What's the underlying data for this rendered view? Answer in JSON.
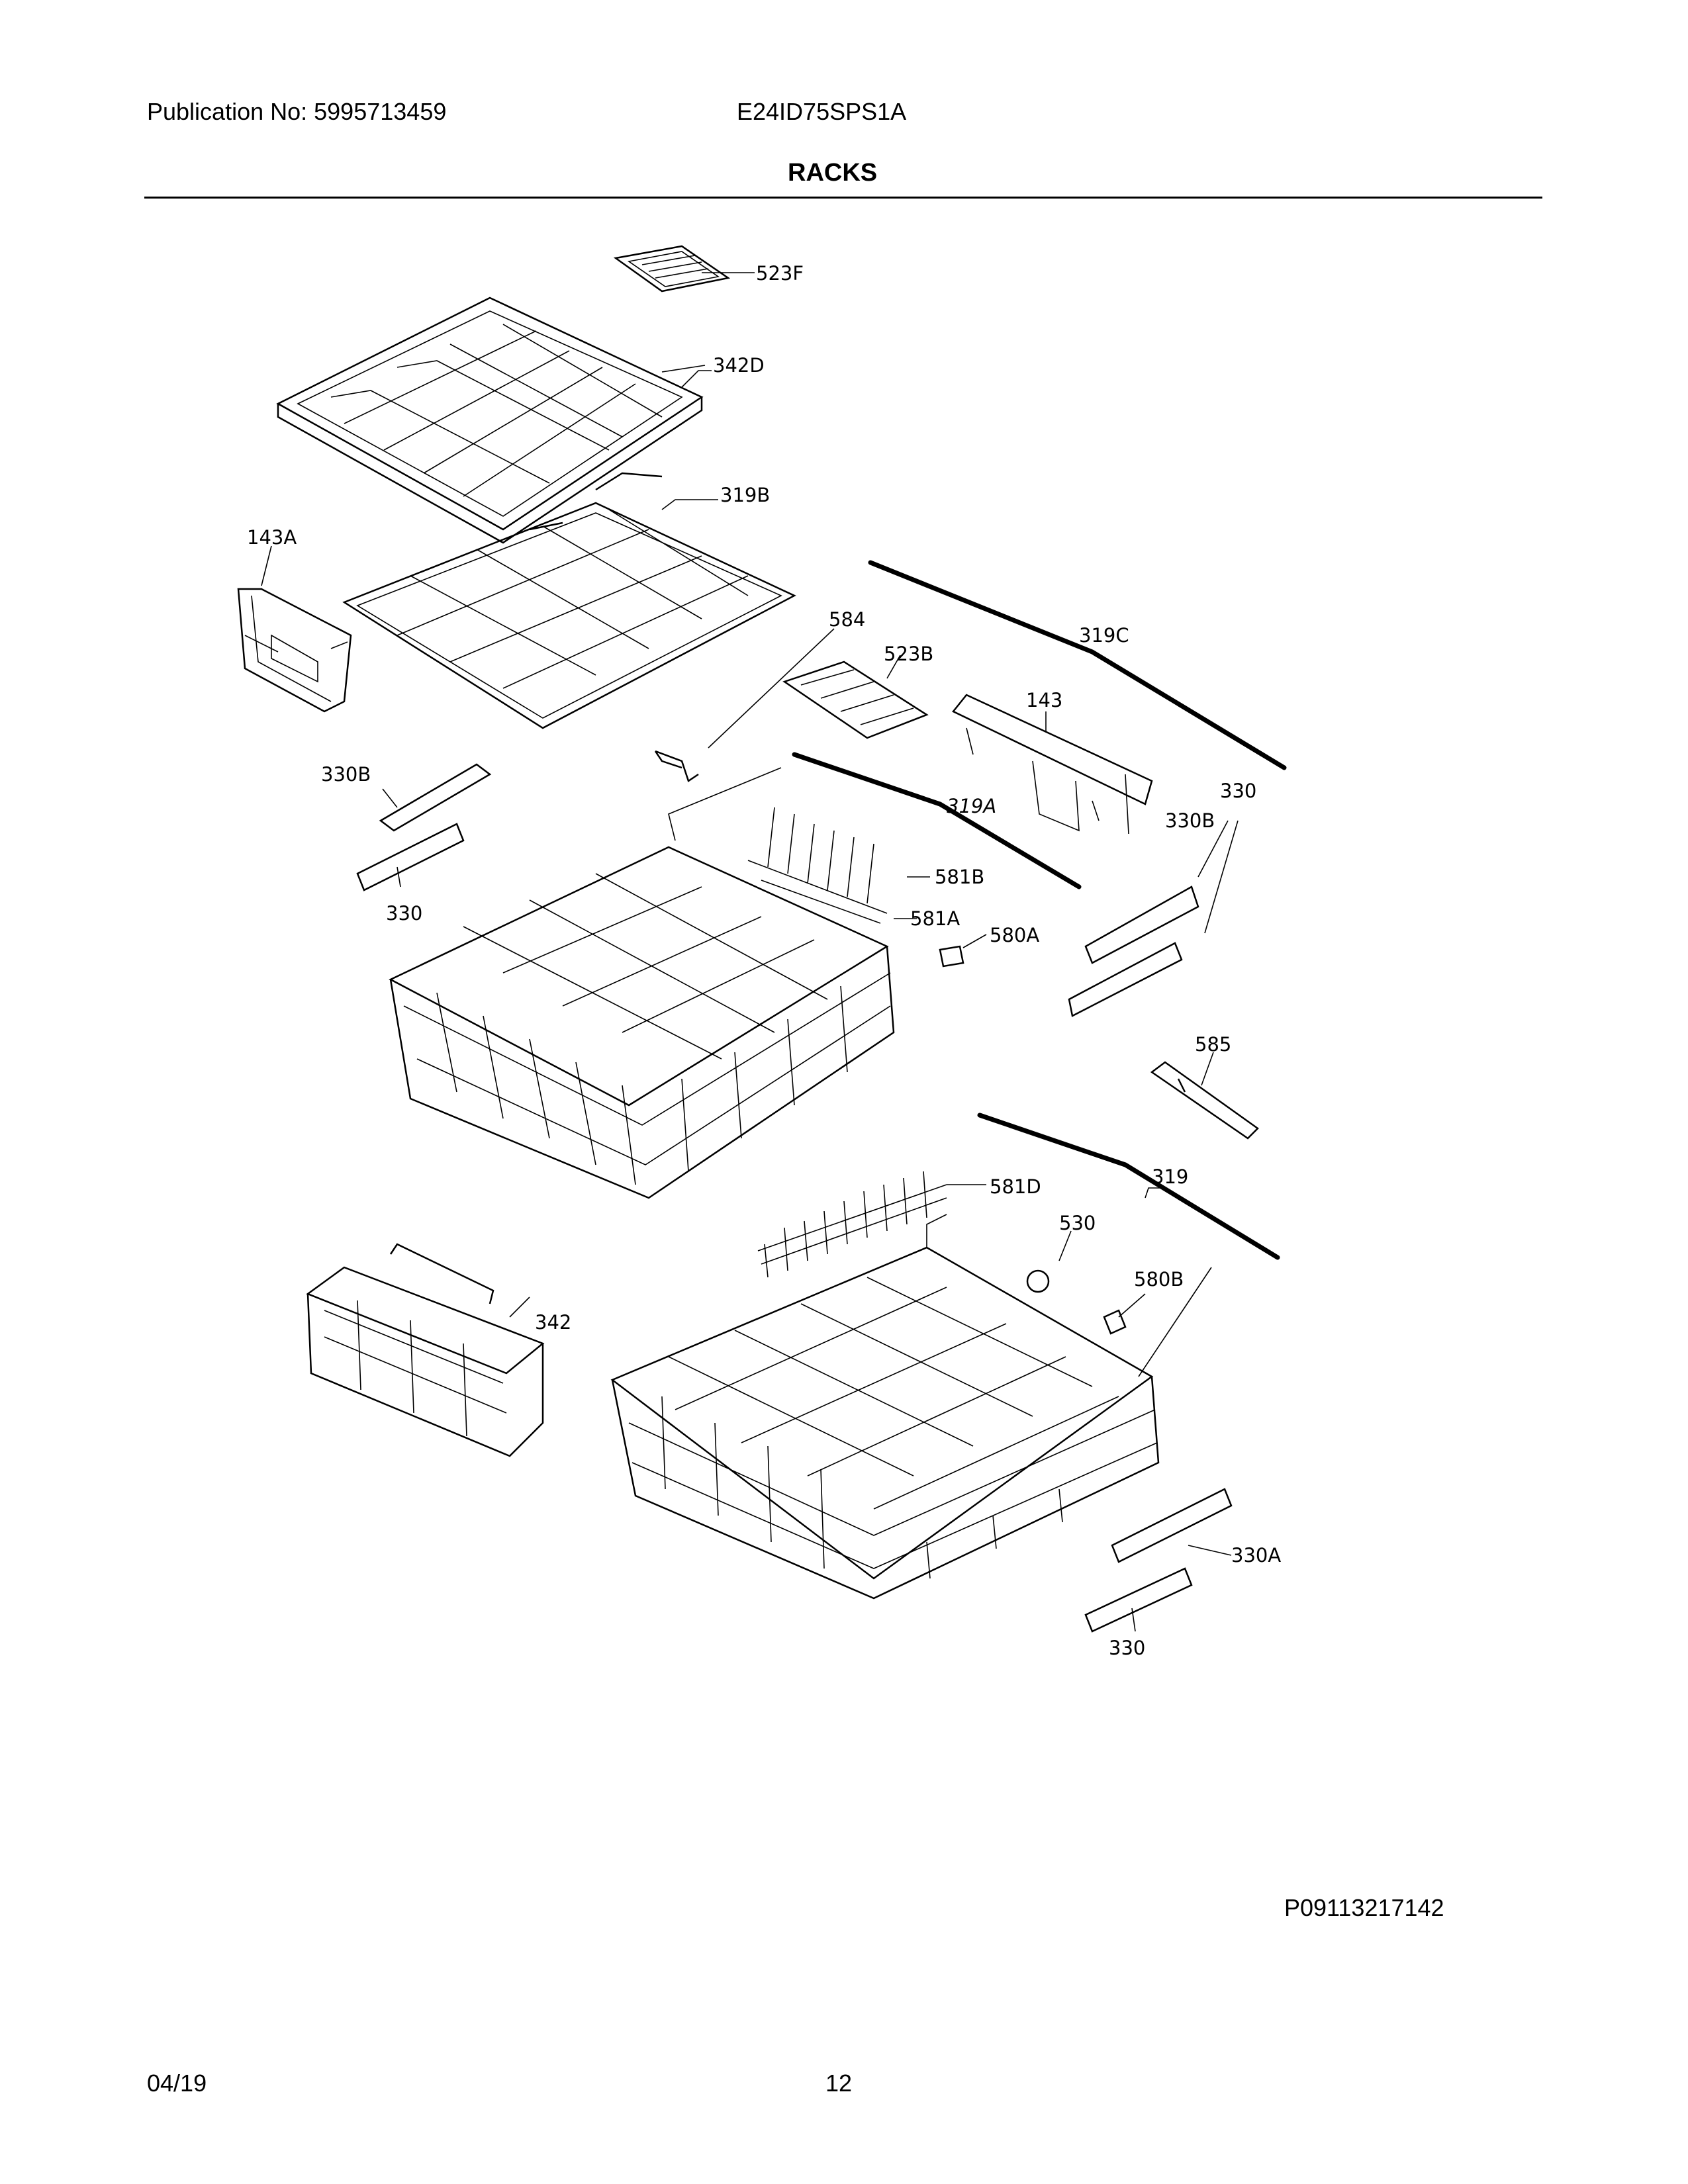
{
  "header": {
    "publication": "Publication No: 5995713459",
    "model": "E24ID75SPS1A",
    "title": "RACKS"
  },
  "footer": {
    "figure_id": "P09113217142",
    "date": "04/19",
    "page": "12"
  },
  "callouts": {
    "c523F": "523F",
    "c342D": "342D",
    "c319B": "319B",
    "c143A": "143A",
    "c584": "584",
    "c319C": "319C",
    "c523B": "523B",
    "c143": "143",
    "c330B_left": "330B",
    "c330_left": "330",
    "c319A": "319A",
    "c330_right": "330",
    "c330B_right": "330B",
    "c581B": "581B",
    "c581A": "581A",
    "c580A": "580A",
    "c585": "585",
    "c319": "319",
    "c581D": "581D",
    "c530": "530",
    "c580B": "580B",
    "c342": "342",
    "c330A": "330A",
    "c330_bottom": "330"
  }
}
